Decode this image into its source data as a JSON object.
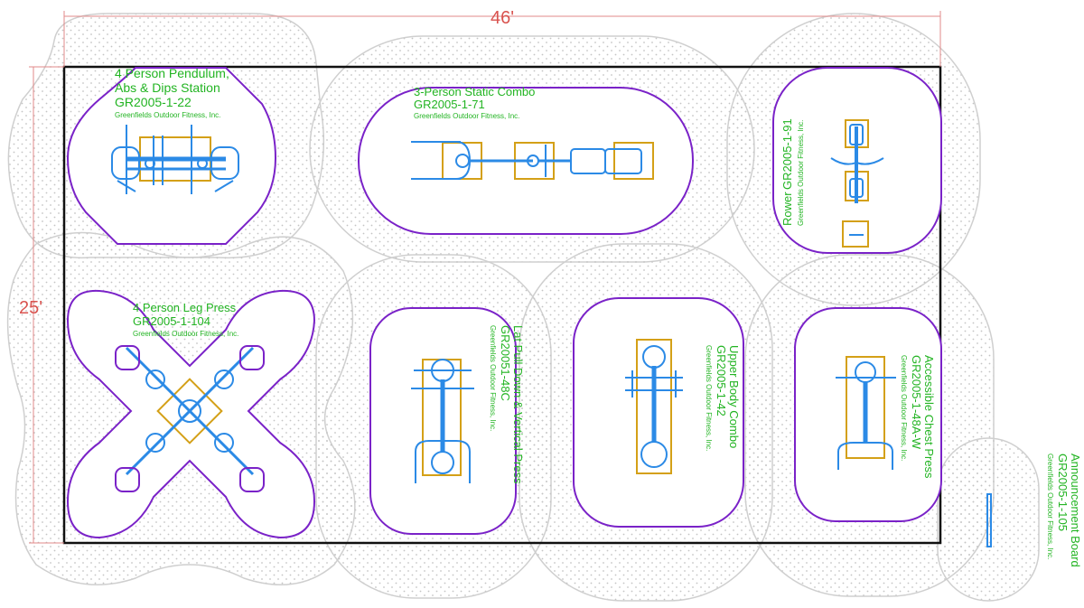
{
  "dimensions": {
    "width": "46'",
    "height": "25'"
  },
  "stations": {
    "pendulum": {
      "name_line1": "4 Person Pendulum,",
      "name_line2": "Abs & Dips Station",
      "code": "GR2005-1-22",
      "maker": "Greenfields Outdoor Fitness, Inc."
    },
    "static_combo": {
      "name": "3-Person Static Combo",
      "code": "GR2005-1-71",
      "maker": "Greenfields Outdoor Fitness, Inc."
    },
    "rower": {
      "name": "Rower",
      "code": "GR2005-1-91",
      "maker": "Greenfields Outdoor Fitness, Inc."
    },
    "leg_press": {
      "name": "4 Person Leg Press",
      "code": "GR2005-1-104",
      "maker": "Greenfields Outdoor Fitness, Inc."
    },
    "lat_pull": {
      "name": "Lat Pull Down & Vertical Press",
      "code": "GR20051-48C",
      "maker": "Greenfields Outdoor Fitness, Inc."
    },
    "upper_body": {
      "name": "Upper Body Combo",
      "code": "GR2005-1-42",
      "maker": "Greenfields Outdoor Fitness, Inc."
    },
    "chest_press": {
      "name": "Accessible Chest Press",
      "code": "GR2005-1-48A-W",
      "maker": "Greenfields Outdoor Fitness, Inc."
    },
    "announcement": {
      "name": "Announcement Board",
      "code": "GR2005-1-105",
      "maker": "Greenfields Outdoor Fitness, Inc."
    }
  },
  "colors": {
    "pad_border": "#7a22c8",
    "equipment": "#2b8ae6",
    "footing": "#d4a017",
    "safety_zone": "#cfcfcf",
    "label": "#22b422",
    "dimension": "#d9534f"
  }
}
